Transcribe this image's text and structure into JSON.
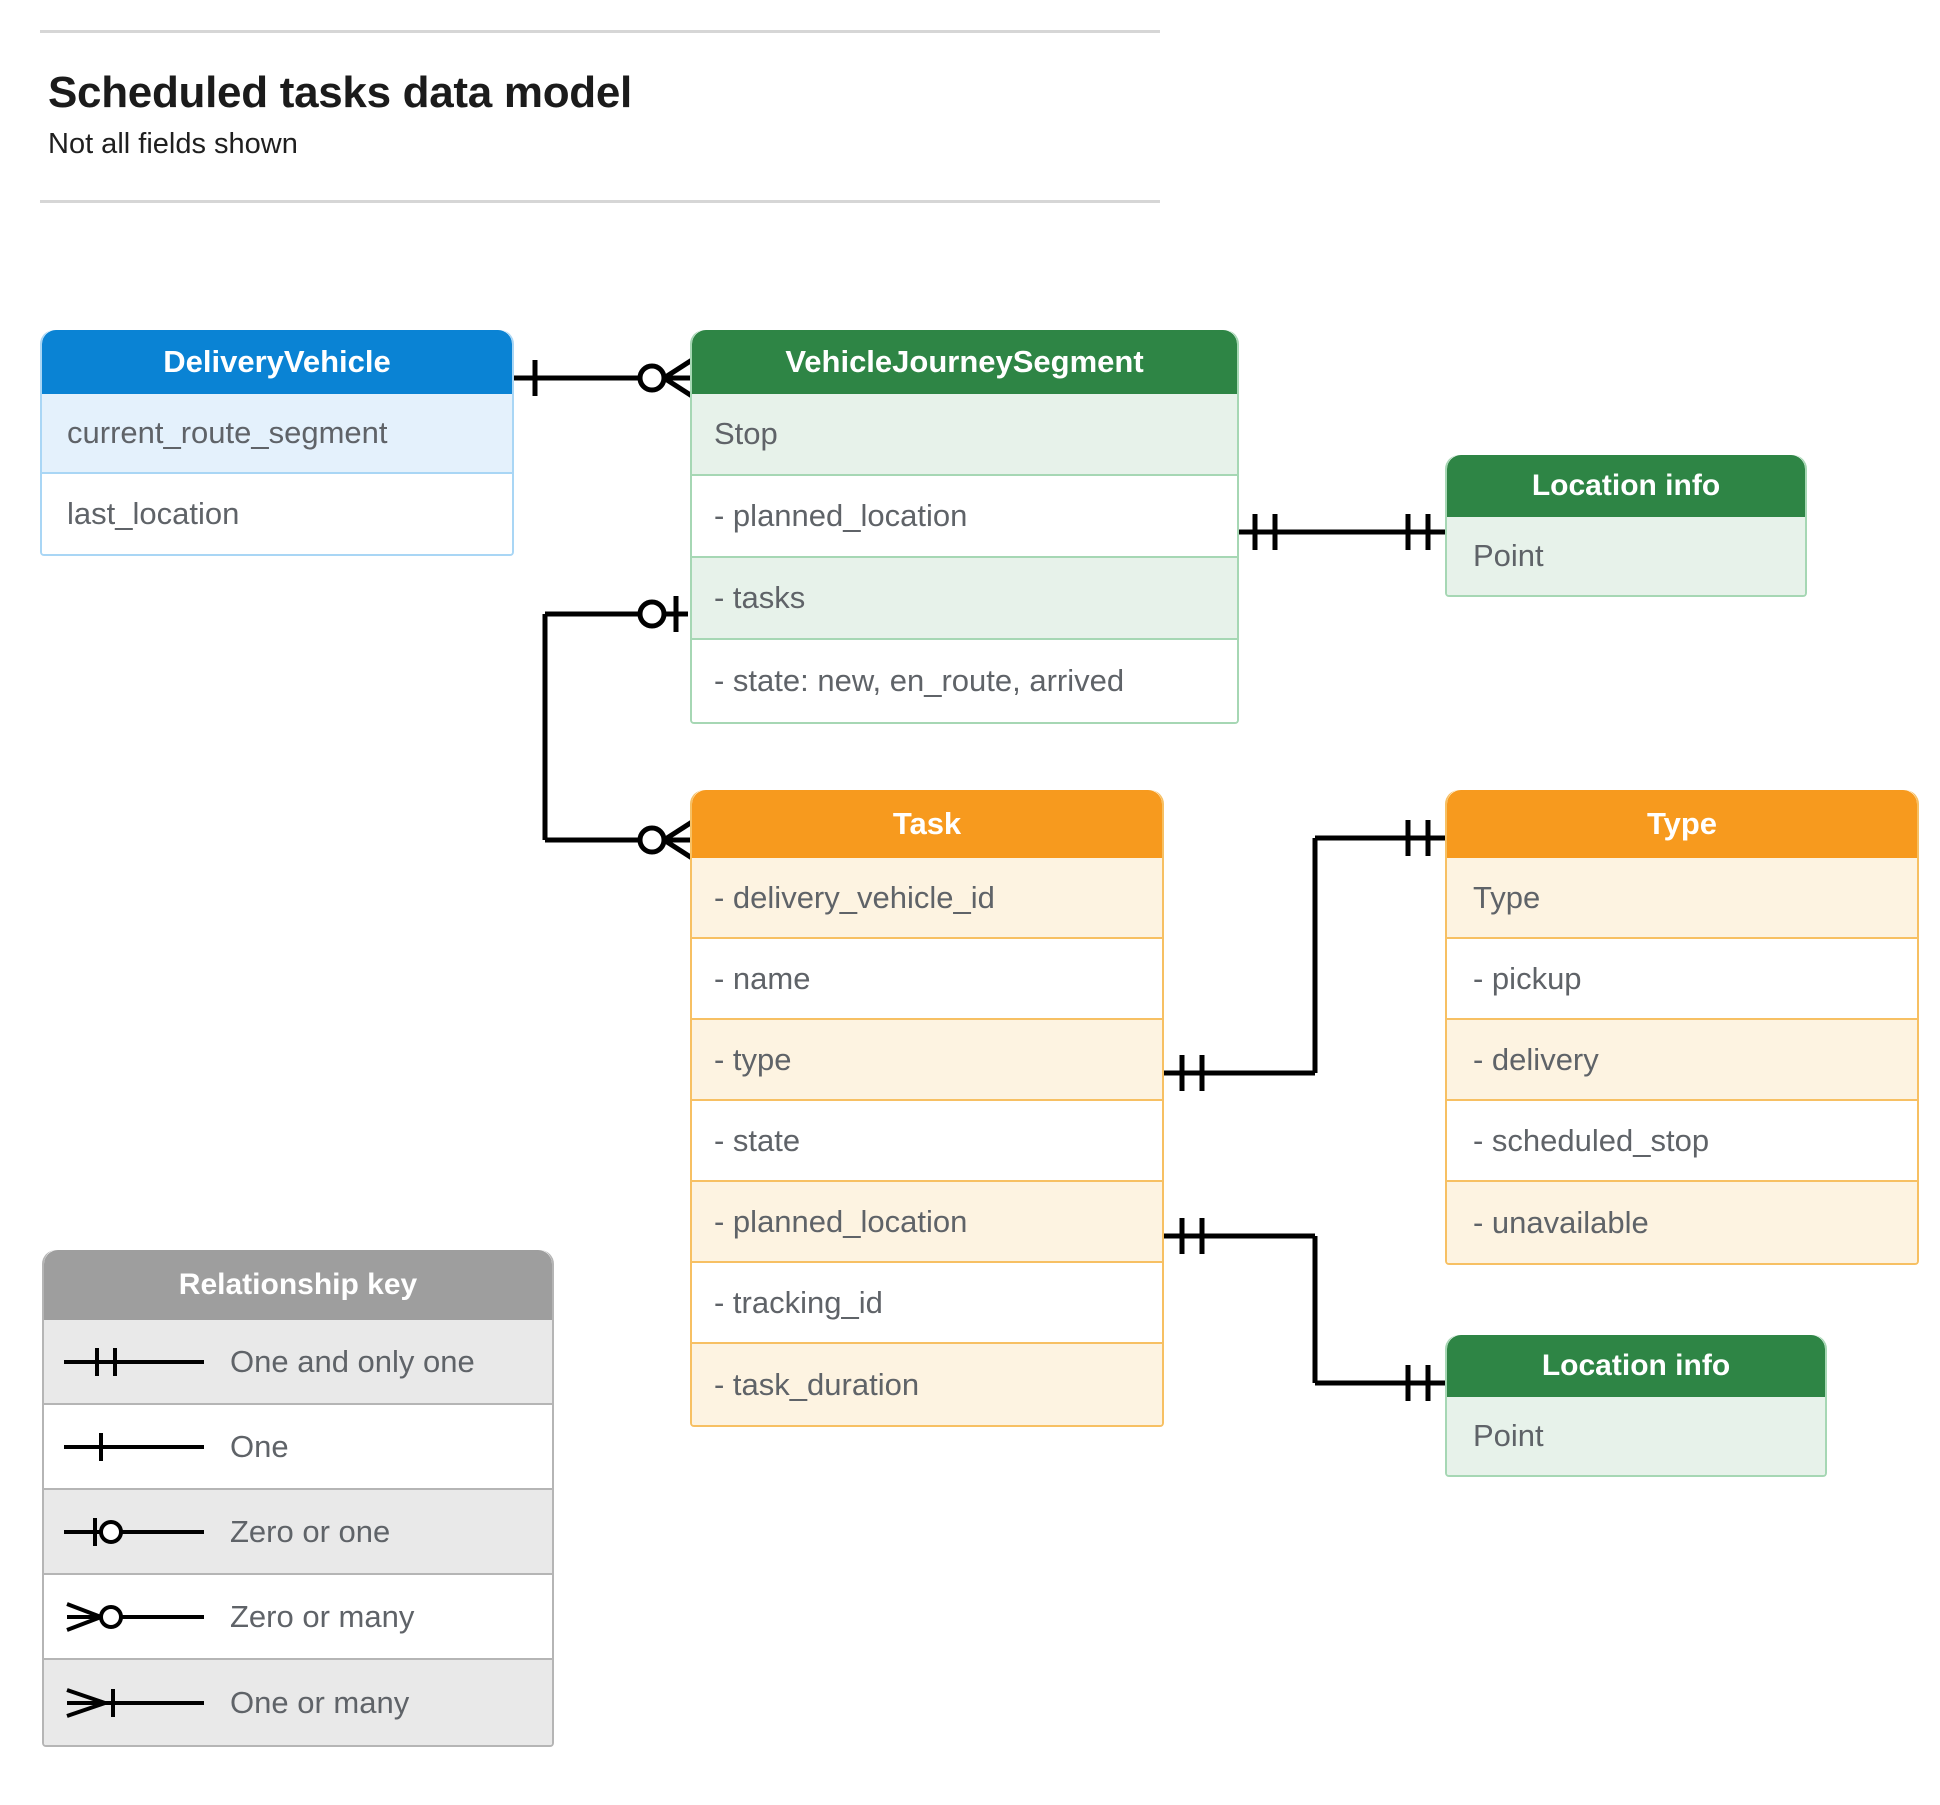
{
  "header": {
    "title": "Scheduled tasks data model",
    "subtitle": "Not all fields shown"
  },
  "colors": {
    "blue_header": "#0a83d4",
    "blue_row_alt": "#e4f1fc",
    "blue_border": "#a9d6f5",
    "green_header": "#2e8545",
    "green_row_alt": "#e7f2ea",
    "green_border": "#a6d7b4",
    "orange_header": "#f79a1e",
    "orange_row_alt": "#fdf3e1",
    "orange_border": "#f7c063",
    "gray_header": "#9e9e9e",
    "gray_row_alt": "#e9e9e9",
    "text_body": "#5f6368",
    "line": "#000000"
  },
  "entities": {
    "delivery_vehicle": {
      "title": "DeliveryVehicle",
      "rows": [
        "current_route_segment",
        "last_location"
      ]
    },
    "vehicle_journey_segment": {
      "title": "VehicleJourneySegment",
      "rows": [
        "Stop",
        "-  planned_location",
        "- tasks",
        "- state: new, en_route, arrived"
      ]
    },
    "location_info_top": {
      "title": "Location info",
      "rows": [
        "Point"
      ]
    },
    "task": {
      "title": "Task",
      "rows": [
        "- delivery_vehicle_id",
        "- name",
        "- type",
        "- state",
        "- planned_location",
        "- tracking_id",
        "- task_duration"
      ]
    },
    "type": {
      "title": "Type",
      "rows": [
        "Type",
        "-   pickup",
        "-   delivery",
        "-   scheduled_stop",
        "-   unavailable"
      ]
    },
    "location_info_bottom": {
      "title": "Location info",
      "rows": [
        "Point"
      ]
    }
  },
  "legend": {
    "title": "Relationship key",
    "items": [
      {
        "symbol": "one-and-only-one",
        "label": "One and only one"
      },
      {
        "symbol": "one",
        "label": "One"
      },
      {
        "symbol": "zero-or-one",
        "label": "Zero or one"
      },
      {
        "symbol": "zero-or-many",
        "label": "Zero or many"
      },
      {
        "symbol": "one-or-many",
        "label": "One or many"
      }
    ]
  },
  "relationships": [
    {
      "from": "DeliveryVehicle",
      "to": "VehicleJourneySegment",
      "from_card": "one",
      "to_card": "zero-or-many"
    },
    {
      "from": "VehicleJourneySegment.tasks",
      "to": "Task",
      "from_card": "zero-or-one",
      "to_card": "zero-or-many"
    },
    {
      "from": "VehicleJourneySegment.planned_location",
      "to": "Location info",
      "from_card": "one-and-only-one",
      "to_card": "one-and-only-one"
    },
    {
      "from": "Task.type",
      "to": "Type",
      "from_card": "one-and-only-one",
      "to_card": "one-and-only-one"
    },
    {
      "from": "Task.planned_location",
      "to": "Location info",
      "from_card": "one-and-only-one",
      "to_card": "one-and-only-one"
    }
  ]
}
